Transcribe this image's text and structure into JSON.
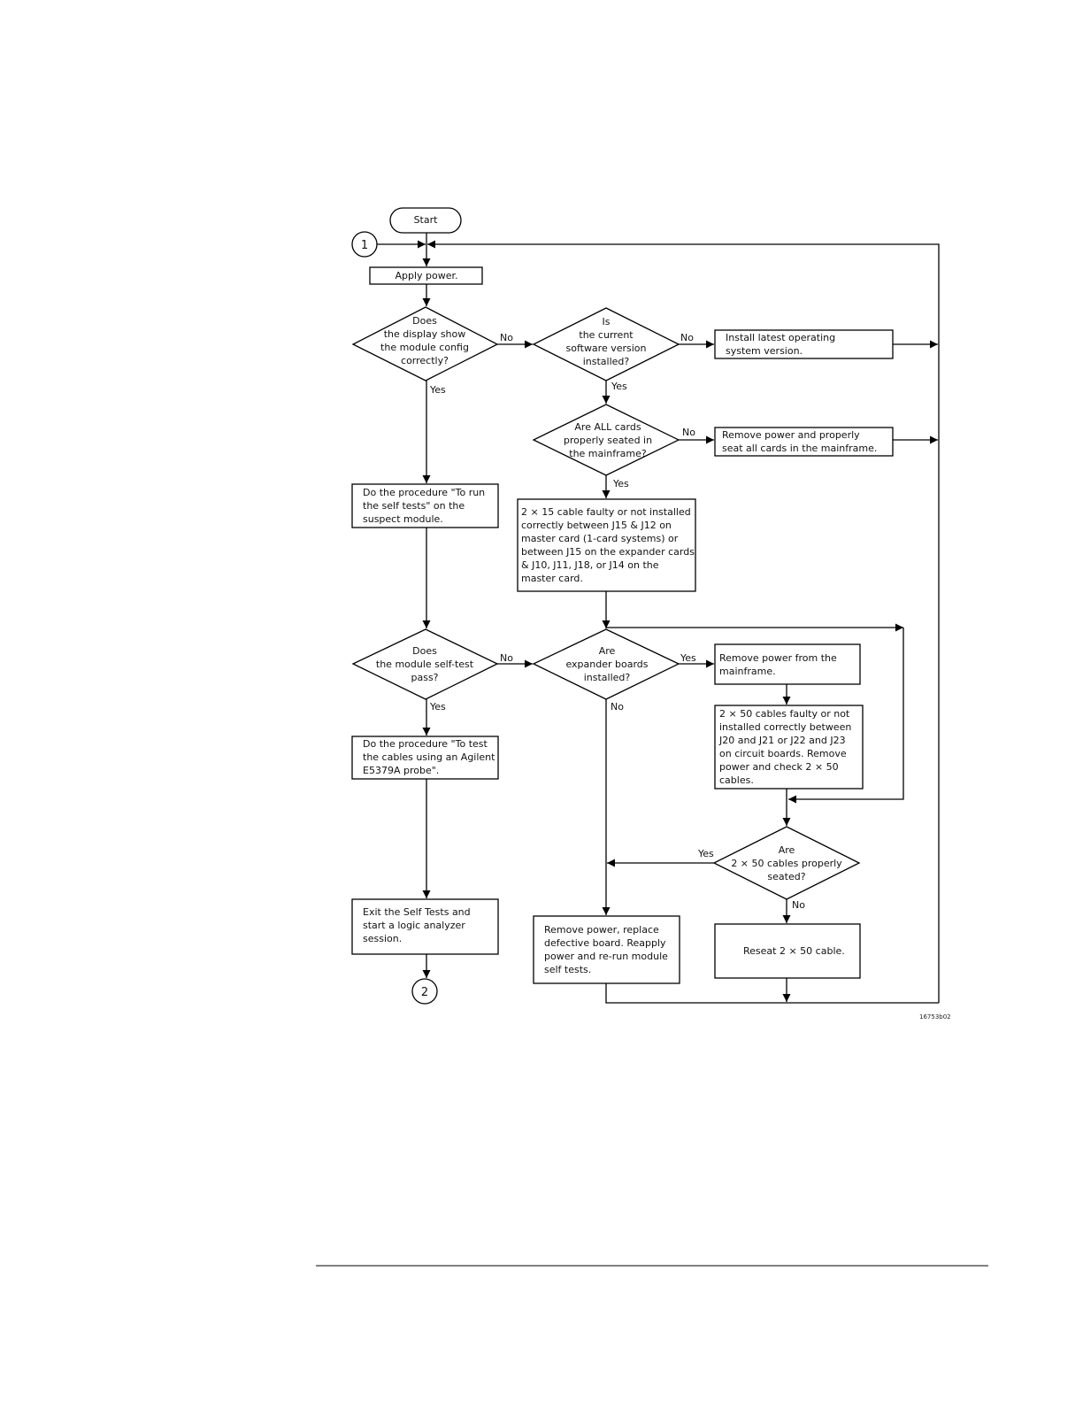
{
  "terminators": {
    "start": "Start",
    "connector_1": "1",
    "connector_2": "2"
  },
  "processes": {
    "apply_power": [
      "Apply power."
    ],
    "install_os": [
      "Install latest operating",
      "system version."
    ],
    "remove_power_seat": [
      "Remove power and properly",
      "seat all cards in the mainframe."
    ],
    "run_self_tests": [
      "Do the procedure \"To run",
      "the self tests\" on the",
      "suspect module."
    ],
    "cable_2x15": [
      "2 × 15 cable faulty or not installed",
      "correctly between J15 & J12 on",
      "master card (1-card systems) or",
      "between J15 on the expander cards",
      "& J10, J11, J18, or J14 on the",
      "master card."
    ],
    "remove_power_mainframe": [
      "Remove power from the",
      "mainframe."
    ],
    "cables_2x50": [
      "2 × 50 cables faulty or not",
      "installed correctly between",
      "J20 and J21 or J22 and J23",
      "on circuit boards. Remove",
      "power and check 2 × 50",
      "cables."
    ],
    "test_cables": [
      "Do the procedure \"To test",
      "the cables using an Agilent",
      "E5379A probe\"."
    ],
    "exit_tests": [
      "Exit the Self Tests and",
      "start a logic analyzer",
      "session."
    ],
    "replace_board": [
      "Remove power, replace",
      "defective board. Reapply",
      "power and re-run module",
      "self tests."
    ],
    "reseat": [
      "Reseat 2 × 50 cable."
    ]
  },
  "decisions": {
    "display_config": [
      "Does",
      "the display show",
      "the module config",
      "correctly?"
    ],
    "software_version": [
      "Is",
      "the current",
      "software version",
      "installed?"
    ],
    "cards_seated": [
      "Are ALL cards",
      "properly seated in",
      "the mainframe?"
    ],
    "self_test_pass": [
      "Does",
      "the module self-test",
      "pass?"
    ],
    "expander_boards": [
      "Are",
      "expander boards",
      "installed?"
    ],
    "cables_seated": [
      "Are",
      "2 × 50 cables properly",
      "seated?"
    ]
  },
  "labels": {
    "yes": "Yes",
    "no": "No"
  },
  "figure_id": "16753b02"
}
